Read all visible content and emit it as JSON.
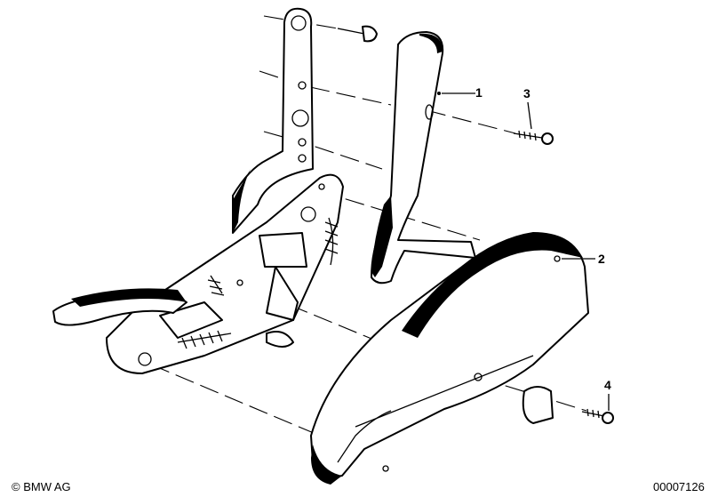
{
  "callouts": {
    "c1": "1",
    "c2": "2",
    "c3": "3",
    "c4": "4"
  },
  "footer": {
    "copyright": "© BMW AG",
    "diagram_number": "00007126"
  }
}
